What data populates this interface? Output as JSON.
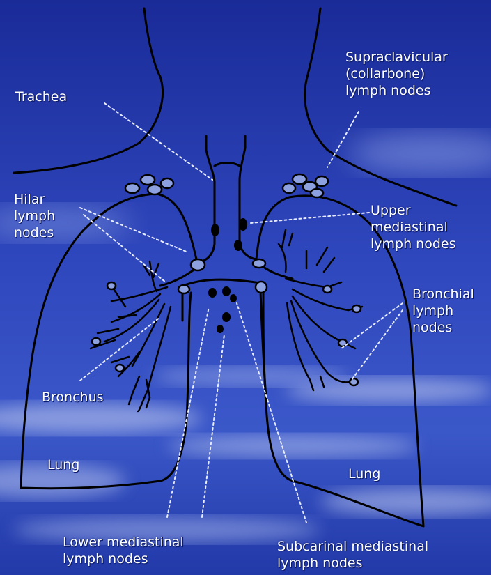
{
  "labels": {
    "trachea": "Trachea",
    "supraclavicular": [
      "Supraclavicular",
      "(collarbone)",
      "lymph nodes"
    ],
    "hilar": [
      "Hilar",
      "lymph",
      "nodes"
    ],
    "upper_mediastinal": [
      "Upper",
      "mediastinal",
      "lymph nodes"
    ],
    "bronchial": [
      "Bronchial",
      "lymph",
      "nodes"
    ],
    "bronchus": "Bronchus",
    "lung_left": "Lung",
    "lung_right": "Lung",
    "lower_mediastinal": [
      "Lower mediastinal",
      "lymph nodes"
    ],
    "subcarinal": [
      "Subcarinal mediastinal",
      "lymph nodes"
    ]
  },
  "colors": {
    "background_dark": "#1d2f9c",
    "background_mid": "#3550c4",
    "cloud": "#c9d3f2",
    "line": "#ffffff",
    "outline": "#000000"
  }
}
